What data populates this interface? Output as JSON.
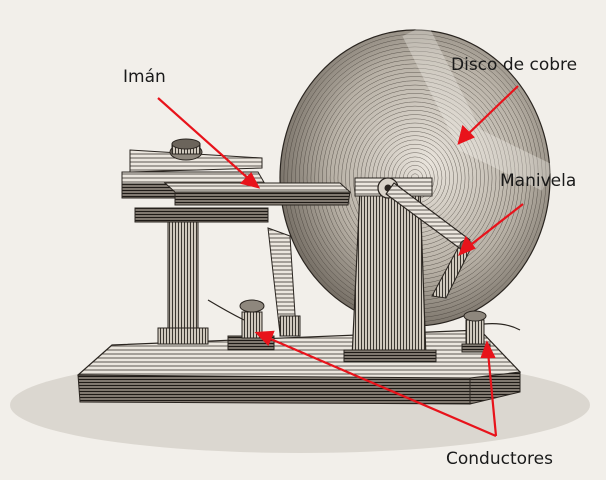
{
  "labels": {
    "iman": "Imán",
    "disco": "Disco de cobre",
    "manivela": "Manivela",
    "conductores": "Conductores"
  },
  "colors": {
    "background": "#f2efea",
    "arrow": "#e8131b",
    "ink": "#2a2520"
  },
  "icons": {
    "apparatus": "faraday-disk-generator-engraving"
  }
}
